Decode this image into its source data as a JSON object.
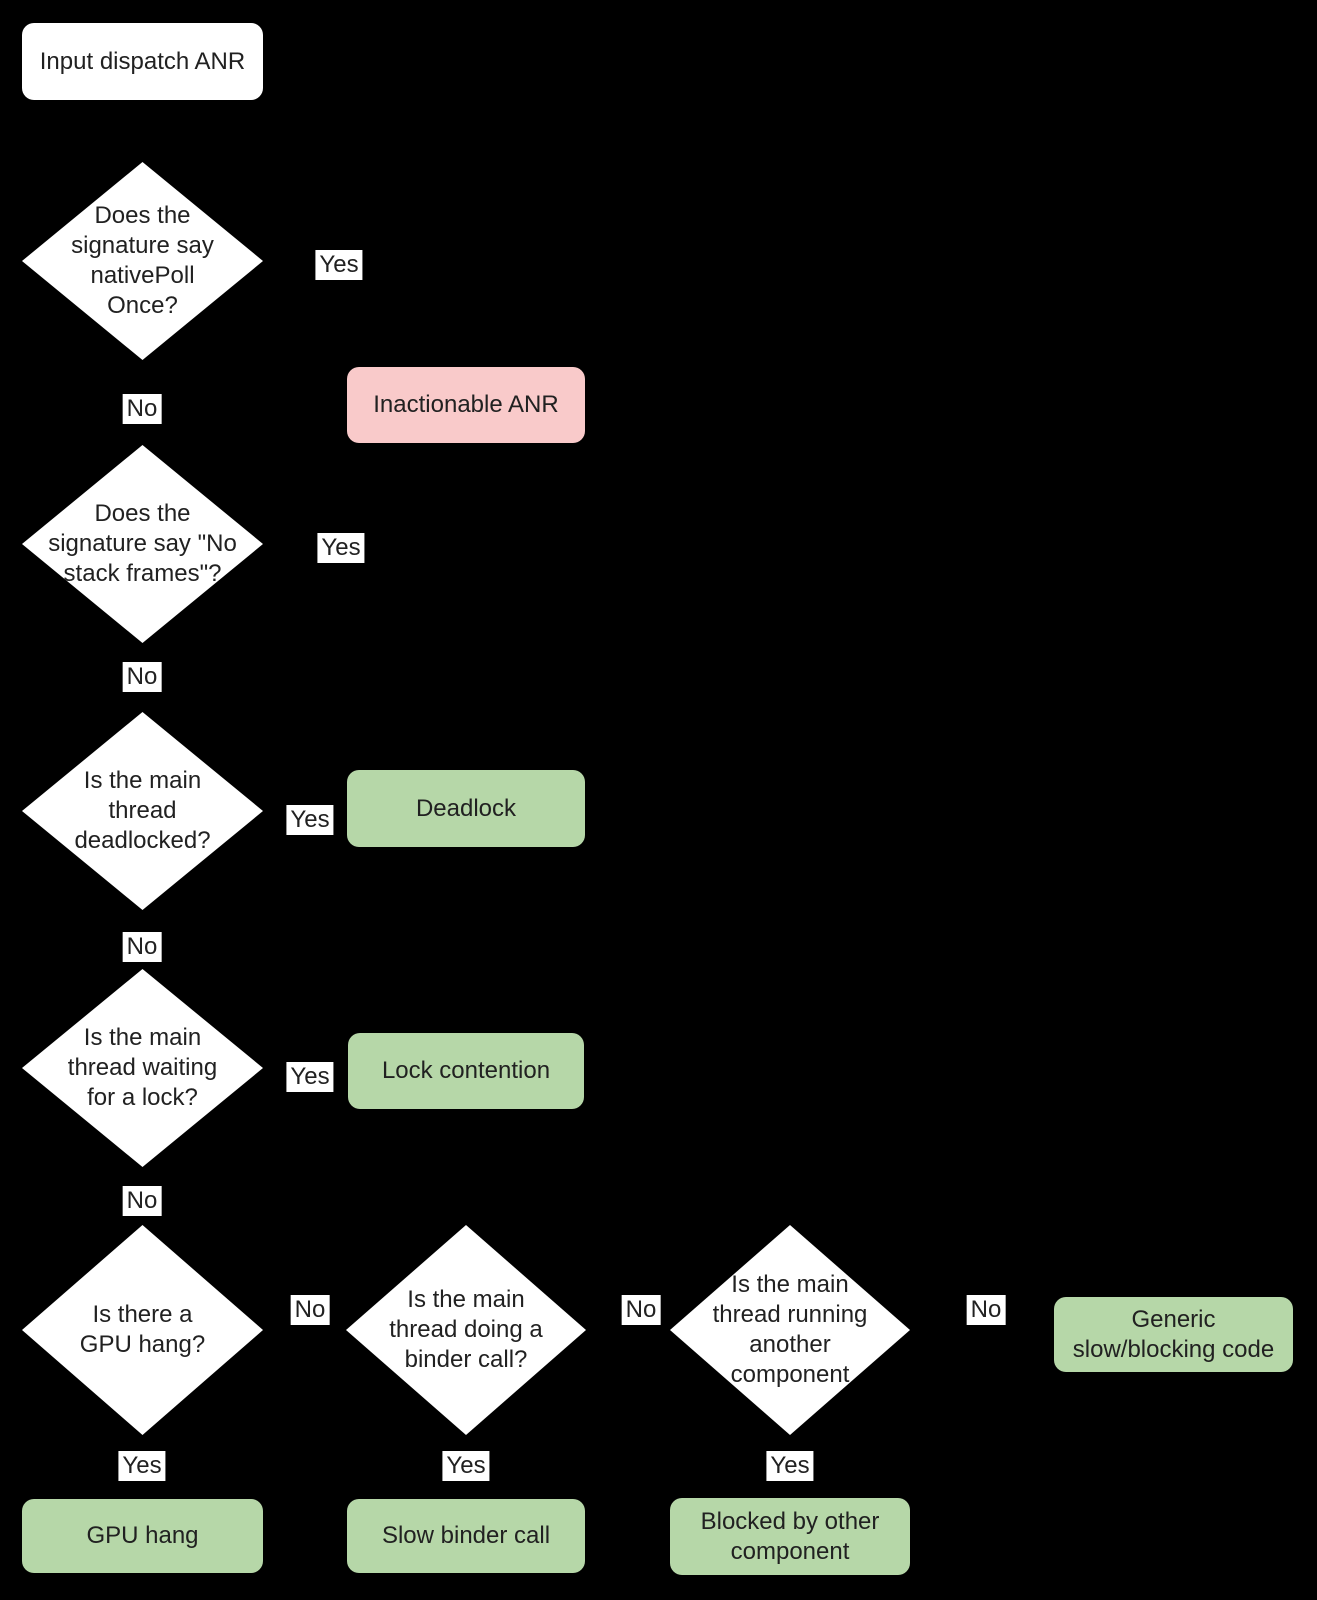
{
  "colors": {
    "bg": "#000000",
    "white": "#ffffff",
    "green": "#b6d7a8",
    "pink": "#f9caca",
    "text": "#212121"
  },
  "labels": {
    "yes": "Yes",
    "no": "No"
  },
  "nodes": {
    "start": "Input dispatch ANR",
    "q_native_poll": "Does the\nsignature say\nnativePoll\nOnce?",
    "q_no_stack_frames": "Does the\nsignature say \"No\nstack frames\"?",
    "q_deadlocked": "Is the main\nthread\ndeadlocked?",
    "q_waiting_lock": "Is the main\nthread waiting\nfor a lock?",
    "q_gpu_hang": "Is there a\nGPU hang?",
    "q_binder_call": "Is the main\nthread doing a\nbinder call?",
    "q_other_component": "Is the main\nthread running\nanother\ncomponent",
    "inactionable_anr": "Inactionable ANR",
    "deadlock": "Deadlock",
    "lock_contention": "Lock contention",
    "generic_slow": "Generic\nslow/blocking code",
    "gpu_hang": "GPU hang",
    "slow_binder_call": "Slow binder call",
    "blocked_other": "Blocked by other\ncomponent"
  }
}
